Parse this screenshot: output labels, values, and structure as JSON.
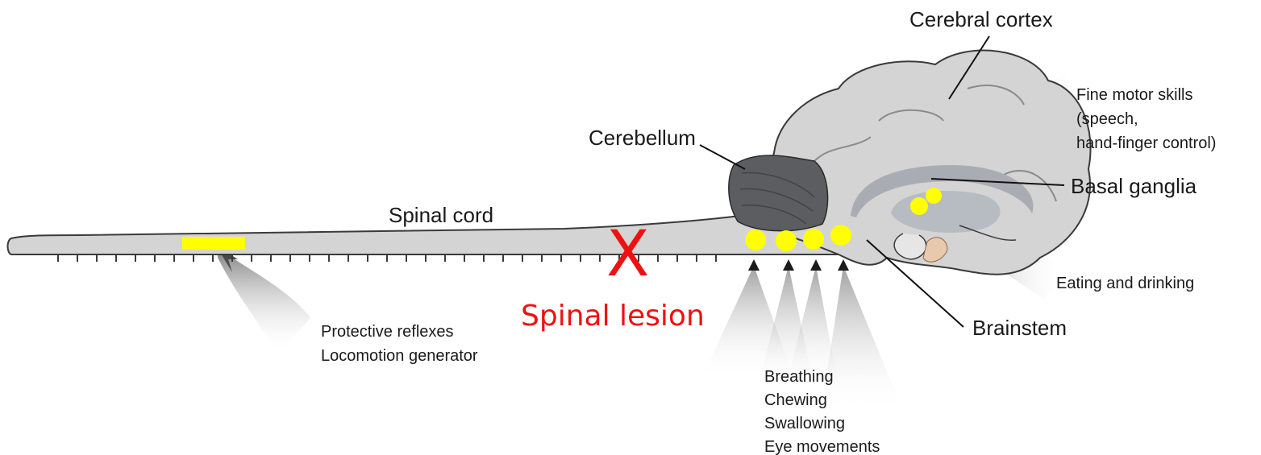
{
  "labels": {
    "cerebral_cortex": "Cerebral cortex",
    "cerebellum": "Cerebellum",
    "spinal_cord": "Spinal cord",
    "basal_ganglia": "Basal ganglia",
    "brainstem": "Brainstem",
    "spinal_lesion_mark": "X",
    "spinal_lesion": "Spinal lesion"
  },
  "functions": {
    "fine_motor": [
      "Fine motor skills",
      "(speech,",
      "hand-finger control)"
    ],
    "eating": "Eating and drinking",
    "spinal": [
      "Protective reflexes",
      "Locomotion generator"
    ],
    "brainstem": [
      "Breathing",
      "Chewing",
      "Swallowing",
      "Eye movements"
    ]
  },
  "colors": {
    "tissue": "#d4d4d4",
    "tissue_dark": "#b7bcc2",
    "outline": "#3a3a3a",
    "cerebellum": "#5b5d60",
    "highlight": "#ffff00",
    "lesion": "#ee1111",
    "text": "#1a1a1a"
  }
}
